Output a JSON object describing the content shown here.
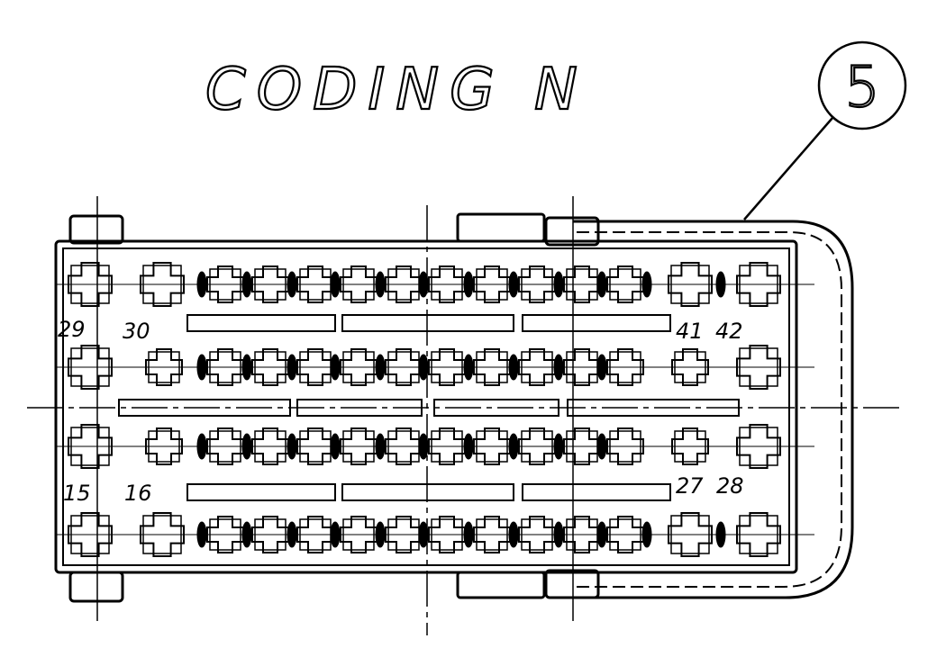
{
  "title": "CODING N",
  "callout": "5",
  "pin_labels": {
    "r1_left_a": "29",
    "r1_left_b": "30",
    "r1_right_a": "41",
    "r1_right_b": "42",
    "r3_left_a": "15",
    "r3_left_b": "16",
    "r3_right_a": "27",
    "r3_right_b": "28"
  },
  "colors": {
    "ink": "#000000",
    "paper": "#ffffff"
  },
  "icons": {
    "callout": "circle-callout-icon"
  }
}
